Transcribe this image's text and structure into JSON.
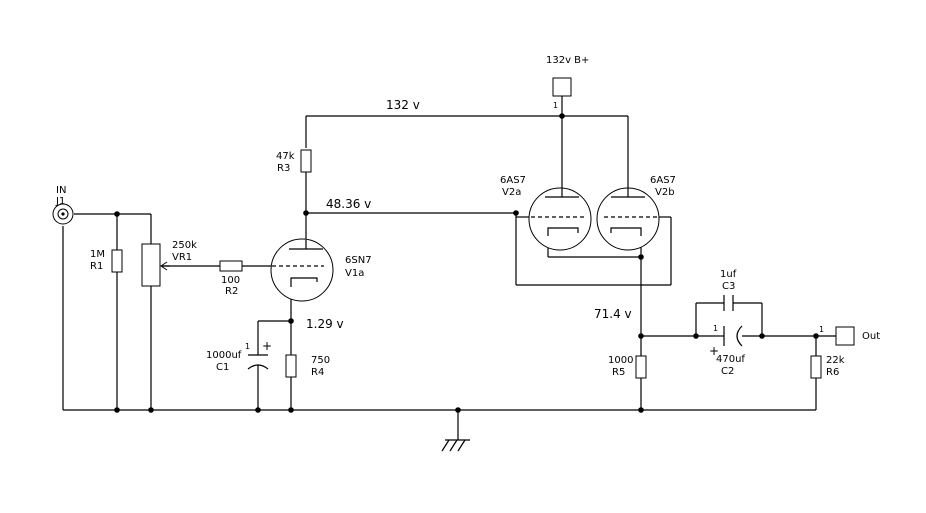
{
  "input": {
    "label": "IN",
    "ref": "J1"
  },
  "r1": {
    "value": "1M",
    "ref": "R1"
  },
  "vr1": {
    "value": "250k",
    "ref": "VR1"
  },
  "r2": {
    "value": "100",
    "ref": "R2"
  },
  "r3": {
    "value": "47k",
    "ref": "R3"
  },
  "v1a": {
    "type": "6SN7",
    "ref": "V1a"
  },
  "c1": {
    "value": "1000uf",
    "ref": "C1",
    "pin": "1"
  },
  "r4": {
    "value": "750",
    "ref": "R4"
  },
  "bplus": {
    "label": "132v B+",
    "pin": "1"
  },
  "v2a": {
    "type": "6AS7",
    "ref": "V2a"
  },
  "v2b": {
    "type": "6AS7",
    "ref": "V2b"
  },
  "c3": {
    "value": "1uf",
    "ref": "C3"
  },
  "c2": {
    "value": "470uf",
    "ref": "C2",
    "pin": "1"
  },
  "r5": {
    "value": "1000",
    "ref": "R5"
  },
  "r6": {
    "value": "22k",
    "ref": "R6"
  },
  "output": {
    "label": "Out",
    "pin": "1"
  },
  "voltages": {
    "bplus_rail": "132 v",
    "v1_plate": "48.36 v",
    "v1_cathode": "1.29 v",
    "v2_cathode": "71.4 v"
  }
}
